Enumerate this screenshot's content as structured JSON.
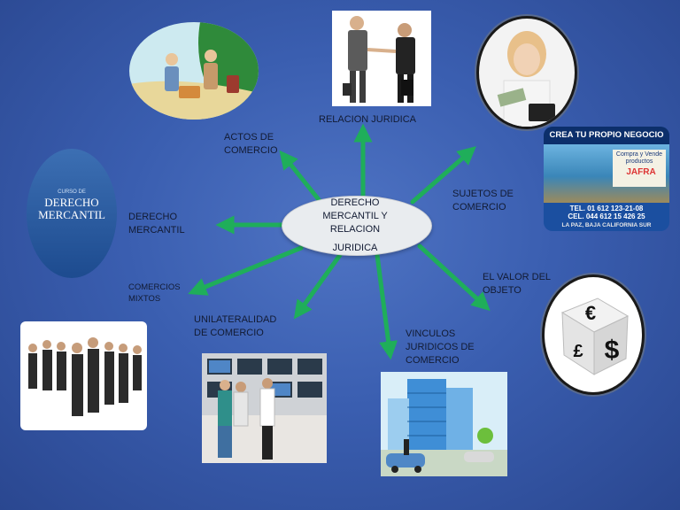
{
  "diagram": {
    "center": {
      "line1": "DERECHO\nMERCANTIL Y\nRELACION",
      "line2": "JURIDICA"
    },
    "branches": {
      "relacion": "RELACION JURIDICA",
      "actos": "ACTOS DE\nCOMERCIO",
      "sujetos": "SUJETOS DE\nCOMERCIO",
      "derecho": "DERECHO\nMERCANTIL",
      "valor": "EL VALOR DEL\nOBJETO",
      "comercios": "COMERCIOS\n  MIXTOS",
      "unilateralidad": "UNILATERALIDAD\nDE COMERCIO",
      "vinculos": "VINCULOS\nJURIDICOS DE\nCOMERCIO"
    },
    "arrow_color": "#1fae5a"
  },
  "images": {
    "book": {
      "title": "DERECHO\nMERCANTIL",
      "subtitle": "CURSO DE"
    },
    "jafra": {
      "headline": "CREA TU PROPIO NEGOCIO",
      "brand": "JAFRA",
      "tagline": "Compra y Vende\nproductos",
      "phone": "TEL. 01 612 123-21-08\nCEL. 044 612 15 426 25",
      "footer": "LA PAZ, BAJA CALIFORNIA SUR"
    }
  }
}
